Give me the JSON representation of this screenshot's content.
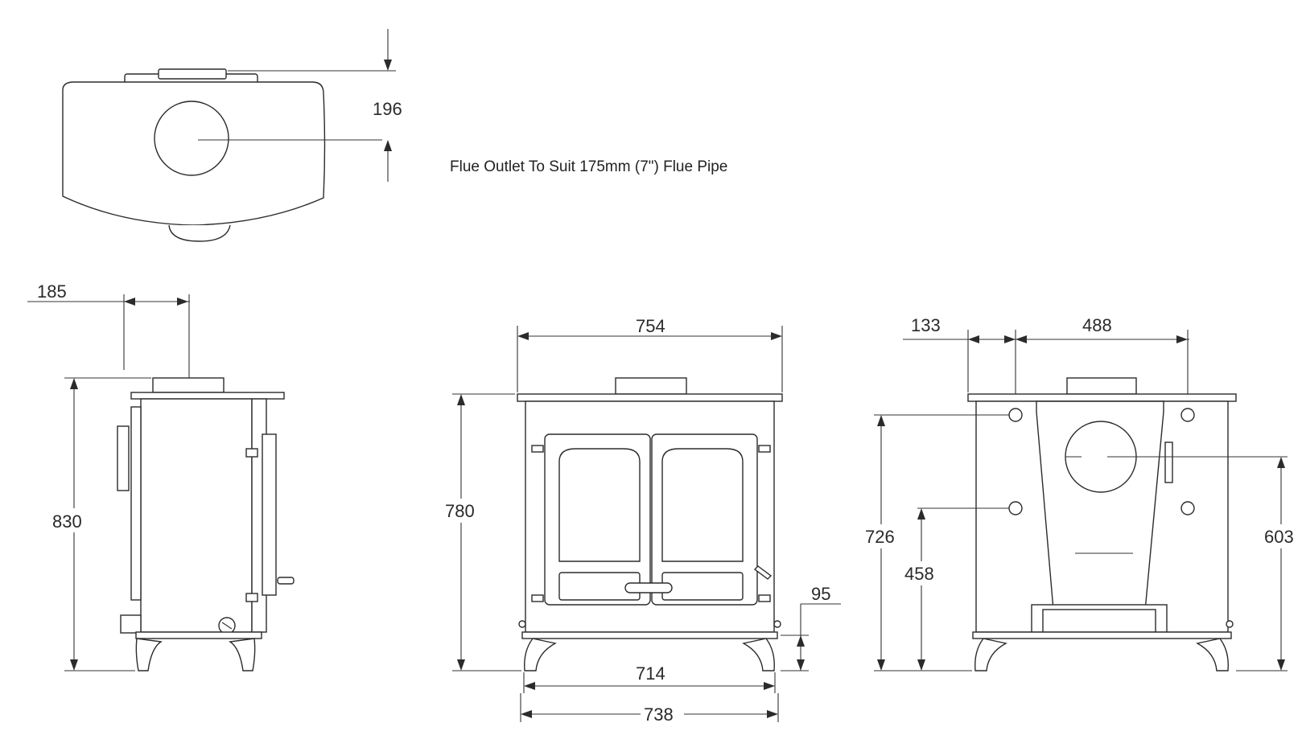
{
  "note": "Flue Outlet To Suit 175mm (7\") Flue Pipe",
  "dimensions": {
    "top_flue_offset": "196",
    "side_flue_setback": "185",
    "side_height": "830",
    "front_top_width": "754",
    "front_body_height": "780",
    "front_leg_height": "95",
    "front_inner_width": "714",
    "front_base_width": "738",
    "rear_boiler_offset": "133",
    "rear_boiler_spacing": "488",
    "rear_upper_height": "726",
    "rear_lower_height": "458",
    "rear_flue_height": "603"
  }
}
